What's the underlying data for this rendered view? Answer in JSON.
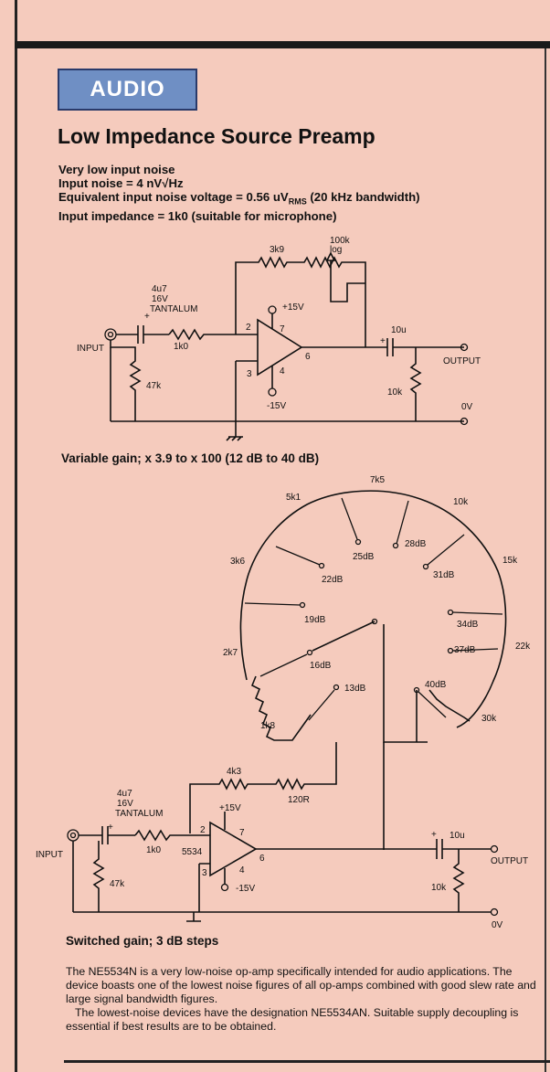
{
  "section_badge": "AUDIO",
  "title": "Low Impedance Source Preamp",
  "specs": [
    "Very low input noise",
    "Input noise = 4 nV√Hz",
    "Equivalent input noise voltage = 0.56 uV",
    "Input impedance = 1k0 (suitable for microphone)"
  ],
  "spec_rms": "RMS",
  "spec_bandwidth": "(20 kHz bandwidth)",
  "circuit1": {
    "cap_in_value": "4u7",
    "cap_in_voltage": "16V",
    "cap_in_type": "TANTALUM",
    "r_in": "1k0",
    "r_bias": "47k",
    "r_fb": "3k9",
    "pot_value": "100k",
    "pot_type": "log",
    "supply_pos": "+15V",
    "supply_neg": "-15V",
    "cap_out": "10u",
    "r_out": "10k",
    "input_label": "INPUT",
    "output_label": "OUTPUT",
    "ground_label": "0V",
    "pin2": "2",
    "pin3": "3",
    "pin4": "4",
    "pin6": "6",
    "pin7": "7"
  },
  "caption1": "Variable gain; x 3.9 to x 100 (12 dB to 40 dB)",
  "circuit2": {
    "resistors": [
      "3k6",
      "5k1",
      "7k5",
      "10k",
      "15k",
      "22k",
      "30k",
      "1k8",
      "2k7"
    ],
    "taps": [
      "13dB",
      "16dB",
      "19dB",
      "22dB",
      "25dB",
      "28dB",
      "31dB",
      "34dB",
      "37dB",
      "40dB"
    ],
    "r_series1": "4k3",
    "r_series2": "120R",
    "cap_in_value": "4u7",
    "cap_in_voltage": "16V",
    "cap_in_type": "TANTALUM",
    "r_in": "1k0",
    "r_bias": "47k",
    "opamp": "5534",
    "supply_pos": "+15V",
    "supply_neg": "-15V",
    "cap_out": "10u",
    "r_out": "10k",
    "input_label": "INPUT",
    "output_label": "OUTPUT",
    "ground_label": "0V",
    "pin2": "2",
    "pin3": "3",
    "pin4": "4",
    "pin6": "6",
    "pin7": "7"
  },
  "caption2": "Switched gain; 3 dB steps",
  "body": [
    "The NE5534N is a very low-noise op-amp specifically intended for audio applications. The device boasts one of the lowest noise figures of all op-amps combined with good slew rate and large signal bandwidth figures.",
    "The lowest-noise devices have the designation NE5534AN. Suitable supply decoupling is essential if best results are to be obtained."
  ]
}
